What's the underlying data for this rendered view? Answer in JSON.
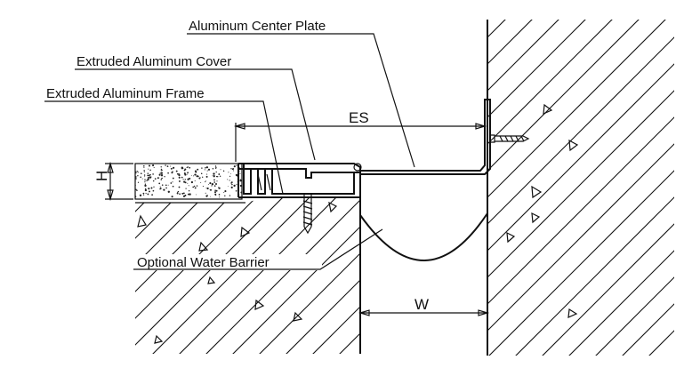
{
  "diagram": {
    "labels": {
      "center_plate": "Aluminum Center Plate",
      "cover": "Extruded Aluminum Cover",
      "frame": "Extruded Aluminum Frame",
      "water_barrier": "Optional Water Barrier"
    },
    "dimensions": {
      "es": "ES",
      "w": "W",
      "h": "H"
    }
  }
}
